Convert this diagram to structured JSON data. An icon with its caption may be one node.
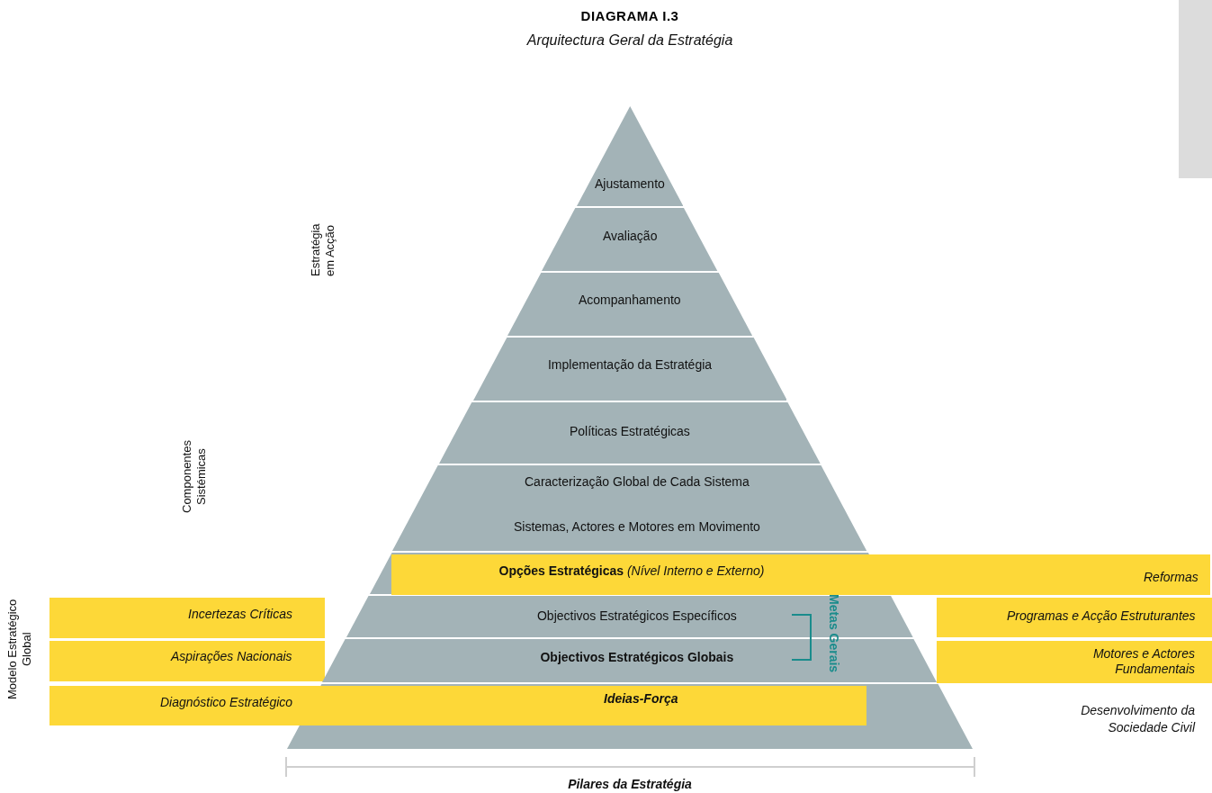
{
  "diagram": {
    "title": "DIAGRAMA I.3",
    "nodes": [
      {
        "text": [
          "Ajustamento"
        ]
      },
      {
        "text": [
          "Avaliação"
        ]
      },
      {
        "text": [
          "Acompanhamento"
        ]
      },
      {
        "text": [
          "Implementação da Estratégia"
        ]
      },
      {
        "text": [
          "Políticas Estratégicas"
        ]
      },
      {
        "text": [
          "Caracterização Global de Cada Sistema",
          "Sistemas, Actores e Motores em Movimento"
        ]
      },
      {
        "text": [
          "**Opções Estratégicas** *(Nível Interno e Externo)*",
          "Reformas"
        ]
      },
      {
        "text": [
          "Incertezas Críticas"
        ]
      },
      {
        "text": [
          "Objectivos Estratégicos Específicos"
        ]
      },
      {
        "text": [
          "Programas e Acção Estruturantes"
        ]
      },
      {
        "text": [
          "Aspirações Nacionais"
        ]
      },
      {
        "text": [
          "Objectivos Estratégicos Globais"
        ]
      },
      {
        "text": [
          "Motores e Actores Fundamentais"
        ]
      },
      {
        "text": [
          "Diagnóstico Estratégico",
          "Ideias-Força"
        ]
      },
      {
        "text": [],
        "shape": "box"
      }
    ],
    "edges": [],
    "labels": [
      "Arquitectura Geral da Estratégia",
      "Estratégia em Acção",
      "Componentes Sistémicas",
      "Modelo Estratégico Global",
      "Metas Gerais",
      "Desenvolvimento da Sociedade Civil",
      "Pilares da Estratégia"
    ]
  }
}
